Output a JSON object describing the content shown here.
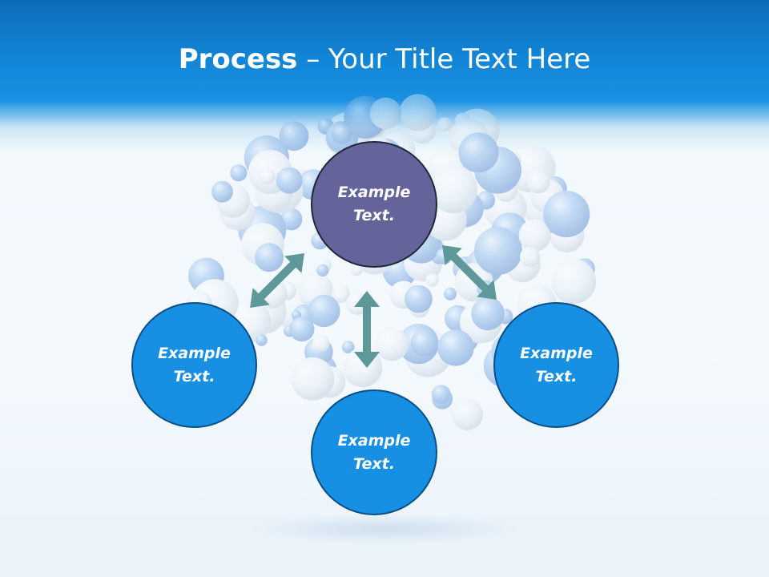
{
  "slide": {
    "title_bold": "Process",
    "title_rest": " – Your Title Text Here"
  },
  "diagram": {
    "center_node": {
      "line1": "Example",
      "line2": "Text."
    },
    "left_node": {
      "line1": "Example",
      "line2": "Text."
    },
    "bottom_node": {
      "line1": "Example",
      "line2": "Text."
    },
    "right_node": {
      "line1": "Example",
      "line2": "Text."
    }
  },
  "colors": {
    "header": "#1284d6",
    "center_fill": "#64639a",
    "outer_fill": "#178fe3",
    "arrow": "#5f9898"
  }
}
